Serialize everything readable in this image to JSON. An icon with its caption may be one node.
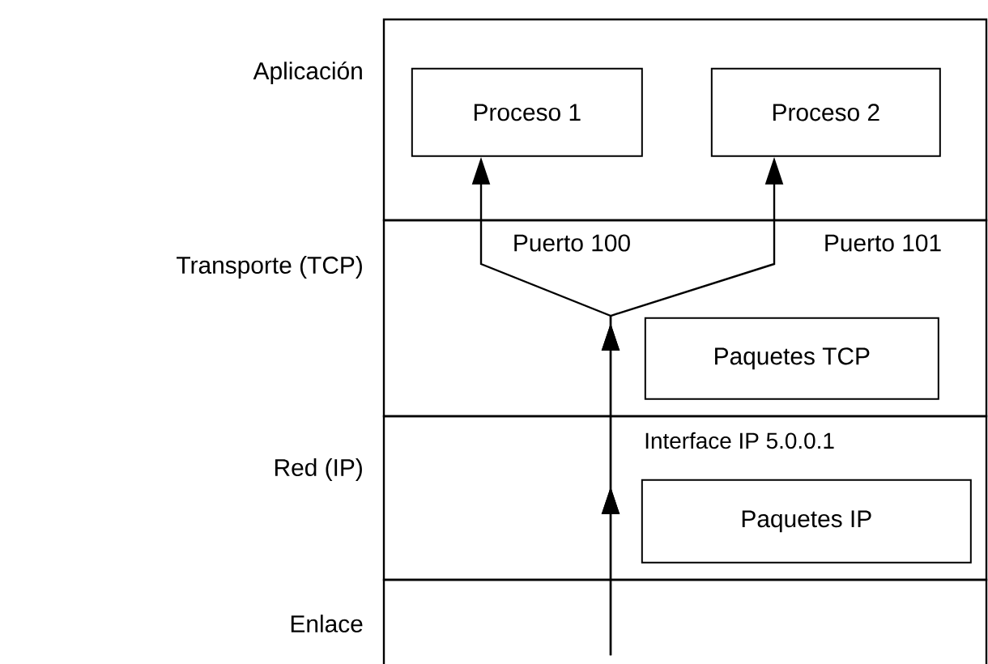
{
  "diagram": {
    "nodes": [
      {
        "text": [
          "Aplicación"
        ]
      },
      {
        "text": [
          "Transporte (TCP)"
        ]
      },
      {
        "text": [
          "Red (IP)"
        ]
      },
      {
        "text": [
          "Enlace"
        ]
      },
      {
        "text": [
          "Proceso 1"
        ],
        "in": 0
      },
      {
        "text": [
          "Proceso 2"
        ],
        "in": 0
      },
      {
        "text": [
          "Paquetes TCP"
        ],
        "in": 1
      },
      {
        "text": [
          "Paquetes IP"
        ],
        "in": 2
      }
    ],
    "edges": [
      {
        "from": 3,
        "to": 4,
        "arrow": "to",
        "label": "Puerto 100"
      },
      {
        "from": 3,
        "to": 5,
        "arrow": "to",
        "label": "Puerto 101"
      }
    ],
    "labels": [
      "Interface IP 5.0.0.1"
    ]
  }
}
